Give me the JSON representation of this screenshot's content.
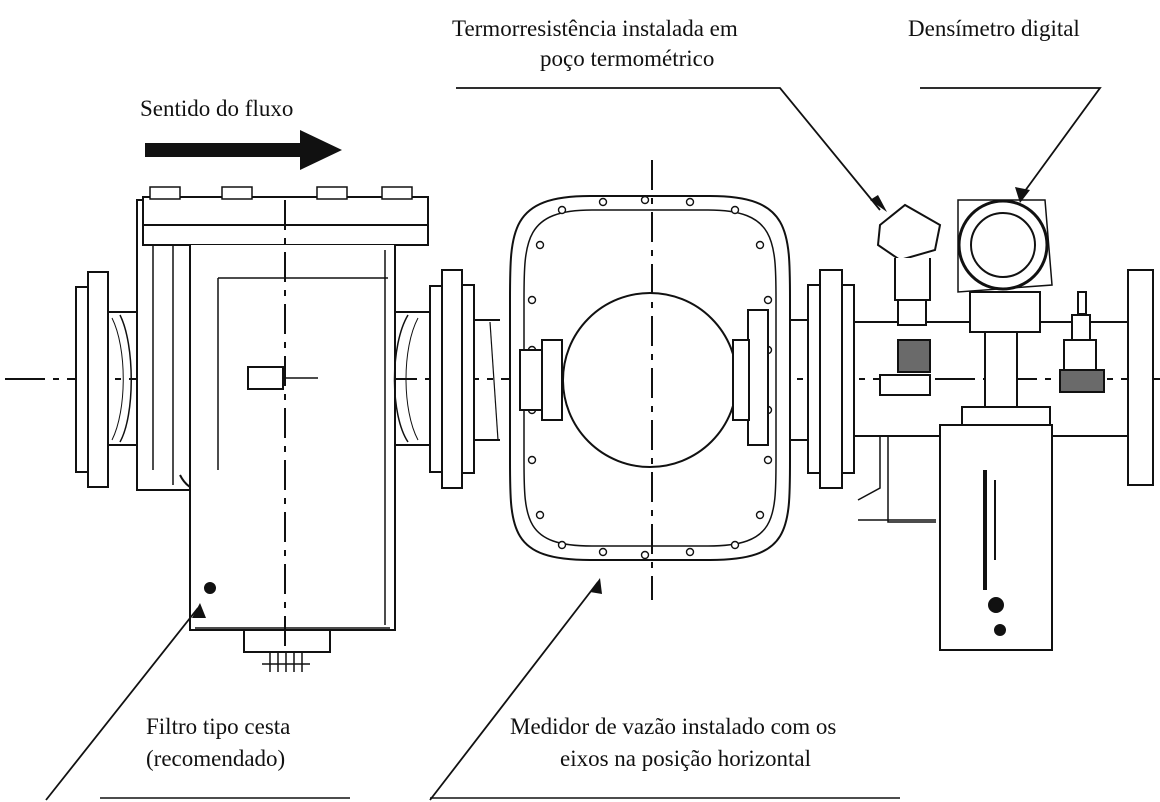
{
  "labels": {
    "flow_direction": "Sentido do fluxo",
    "rtd_line1": "Termorresistência instalada em",
    "rtd_line2": "poço termométrico",
    "densimeter": "Densímetro digital",
    "filter_line1": "Filtro tipo cesta",
    "filter_line2": "(recomendado)",
    "meter_line1": "Medidor de vazão instalado com os",
    "meter_line2": "eixos na posição horizontal"
  },
  "colors": {
    "ink": "#111111",
    "paper": "#ffffff",
    "shade": "#6a6a6a"
  }
}
